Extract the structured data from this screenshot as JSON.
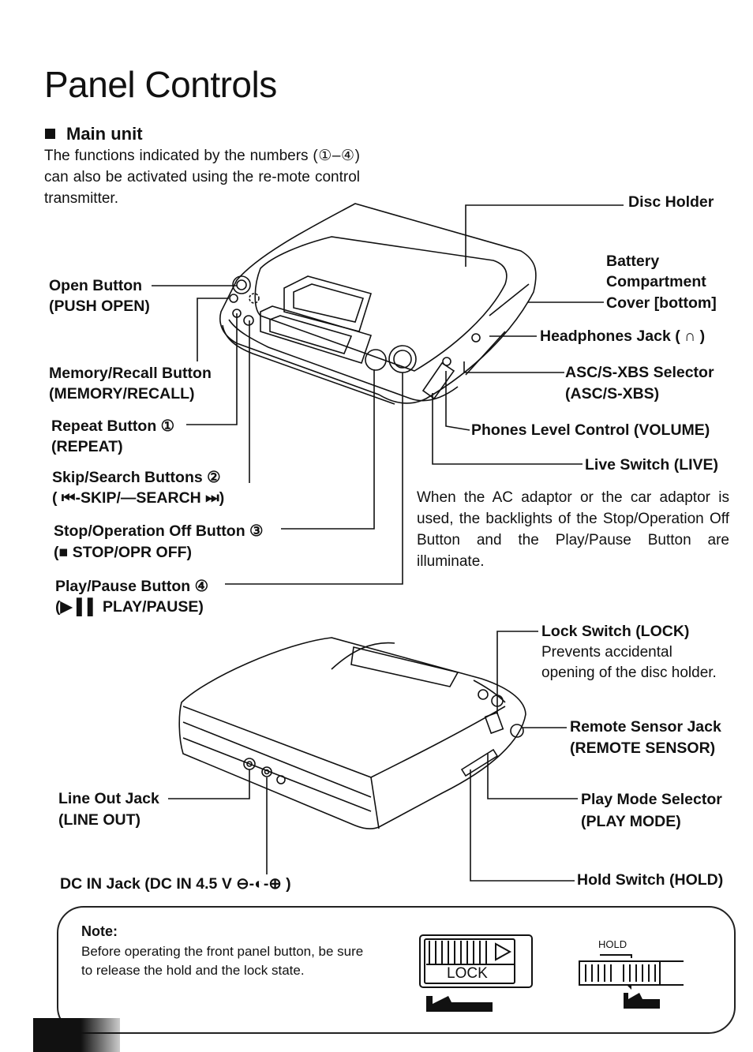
{
  "title": "Panel Controls",
  "section": "Main unit",
  "intro": "The functions indicated by the numbers (①–④) can also be activated using the re-mote control transmitter.",
  "labels": {
    "disc_holder": "Disc Holder",
    "battery_1": "Battery",
    "battery_2": "Compartment",
    "battery_3": "Cover [bottom]",
    "headphones": "Headphones Jack ( ∩ )",
    "asc_1": "ASC/S-XBS Selector",
    "asc_2": "(ASC/S-XBS)",
    "volume": "Phones Level Control (VOLUME)",
    "live": "Live Switch (LIVE)",
    "open_1": "Open Button",
    "open_2": "(PUSH OPEN)",
    "memory_1": "Memory/Recall Button",
    "memory_2": "(MEMORY/RECALL)",
    "repeat_1": "Repeat Button ①",
    "repeat_2": "(REPEAT)",
    "skip_1": "Skip/Search Buttons ②",
    "skip_2": "( ⏮-SKIP/—SEARCH ⏭)",
    "stop_1": "Stop/Operation Off Button ③",
    "stop_2": "(■ STOP/OPR OFF)",
    "play_1": "Play/Pause Button ④",
    "play_2": "(▶ ▌▌ PLAY/PAUSE)",
    "lock_1": "Lock Switch (LOCK)",
    "lock_2": "Prevents accidental",
    "lock_3": "opening of the disc holder.",
    "remote_1": "Remote Sensor Jack",
    "remote_2": "(REMOTE SENSOR)",
    "lineout_1": "Line Out Jack",
    "lineout_2": "(LINE OUT)",
    "playmode_1": "Play Mode Selector",
    "playmode_2": "(PLAY MODE)",
    "dcin": "DC IN Jack (DC IN 4.5 V ⊖-◐-⊕ )",
    "hold": "Hold Switch (HOLD)"
  },
  "ac_note": "When the AC adaptor or the car adaptor is used, the backlights of the Stop/Operation Off Button and the Play/Pause Button are illuminate.",
  "note": {
    "title": "Note:",
    "text": "Before operating the front panel button, be sure to release the hold and the lock state.",
    "lock_label": "LOCK",
    "hold_label": "HOLD"
  }
}
